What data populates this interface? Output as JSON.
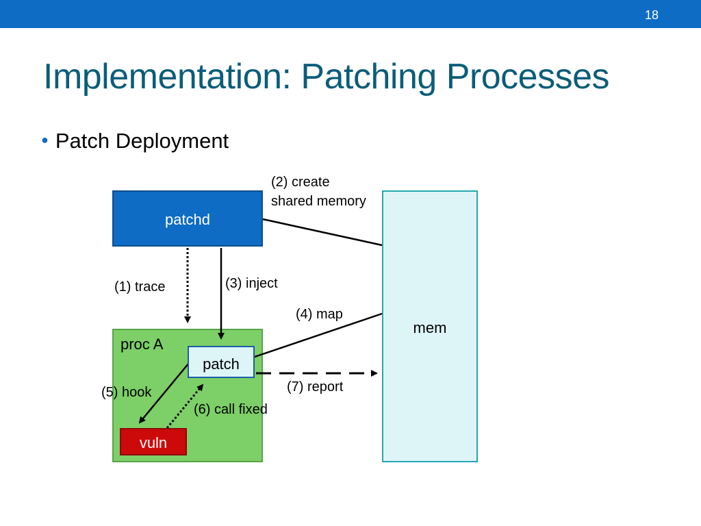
{
  "slide": {
    "page_number": "18",
    "title": "Implementation: Patching Processes",
    "bullet": "Patch Deployment"
  },
  "diagram": {
    "nodes": {
      "patchd": "patchd",
      "mem": "mem",
      "proc": "proc A",
      "patch": "patch",
      "vuln": "vuln"
    },
    "edges": {
      "trace": "(1) trace",
      "create_line1": "(2) create",
      "create_line2": "shared memory",
      "inject": "(3) inject",
      "map": "(4) map",
      "hook": "(5) hook",
      "call_fixed": "(6) call fixed",
      "report": "(7) report"
    }
  },
  "colors": {
    "topbar": "#0e6cc4",
    "title": "#0b5d79",
    "patchd_fill": "#0e6cc4",
    "mem_fill": "#def5f8",
    "proc_fill": "#7dcf67",
    "vuln_fill": "#cc0a0a"
  }
}
